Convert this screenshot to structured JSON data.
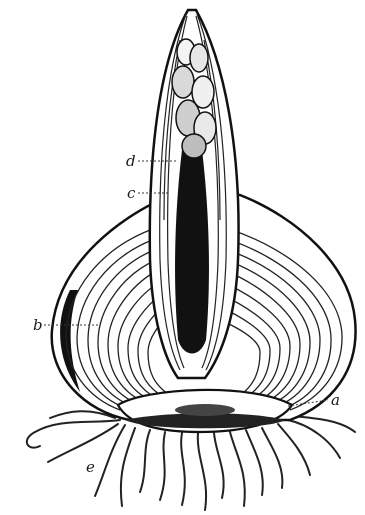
{
  "figure": {
    "subject": "bulb-longitudinal-section-illustration",
    "labels": {
      "d": "d",
      "c": "c",
      "b": "b",
      "a": "a",
      "e": "e"
    }
  }
}
